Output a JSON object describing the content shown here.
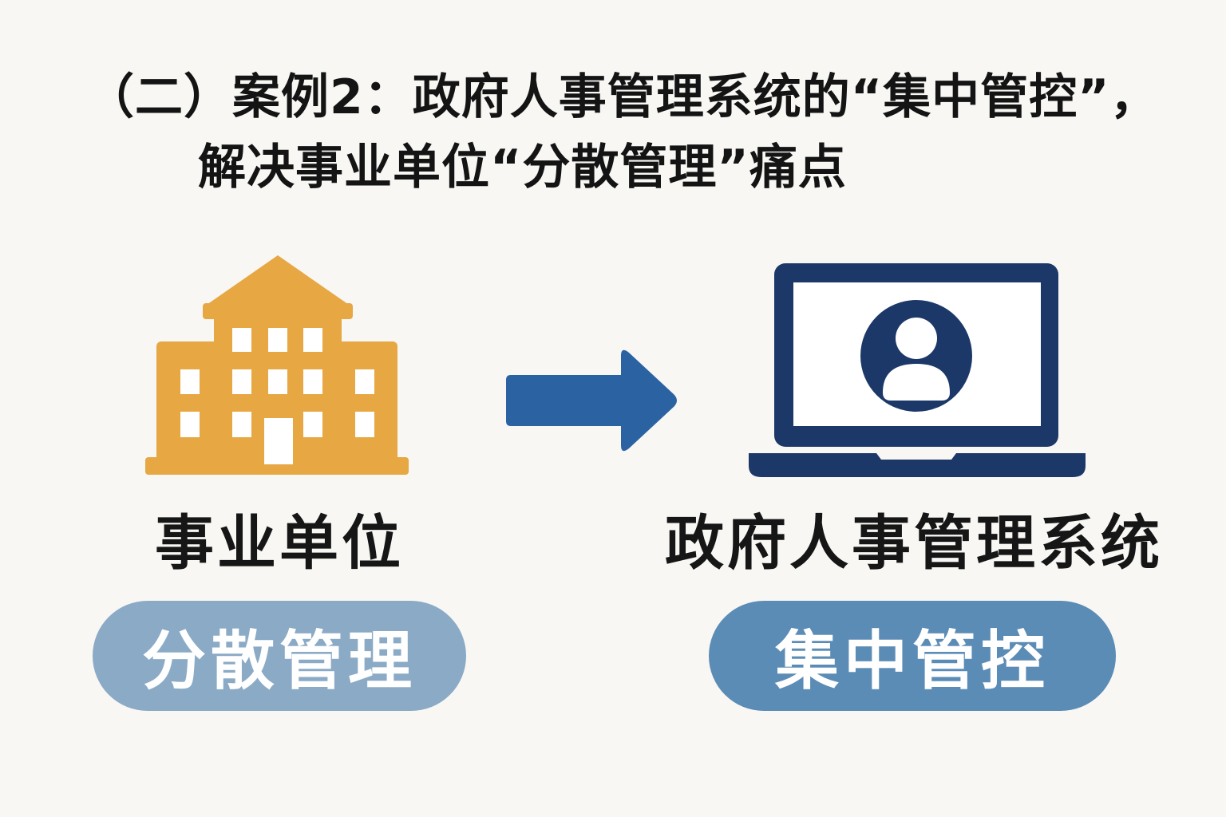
{
  "title": {
    "line1": "（二）案例2：政府人事管理系统的“集中管控”，",
    "line2": "解决事业单位“分散管理”痛点"
  },
  "left_node": {
    "icon": "building-icon",
    "label": "事业单位",
    "tag": "分散管理"
  },
  "right_node": {
    "icon": "laptop-user-icon",
    "label": "政府人事管理系统",
    "tag": "集中管控"
  },
  "connector": {
    "icon": "arrow-right-icon"
  },
  "colors": {
    "background": "#f8f7f4",
    "building": "#e7a743",
    "arrow": "#2b63a2",
    "laptop": "#1c3868",
    "pill_left": "#8aaac6",
    "pill_right": "#5b8cb6",
    "text": "#161616"
  }
}
